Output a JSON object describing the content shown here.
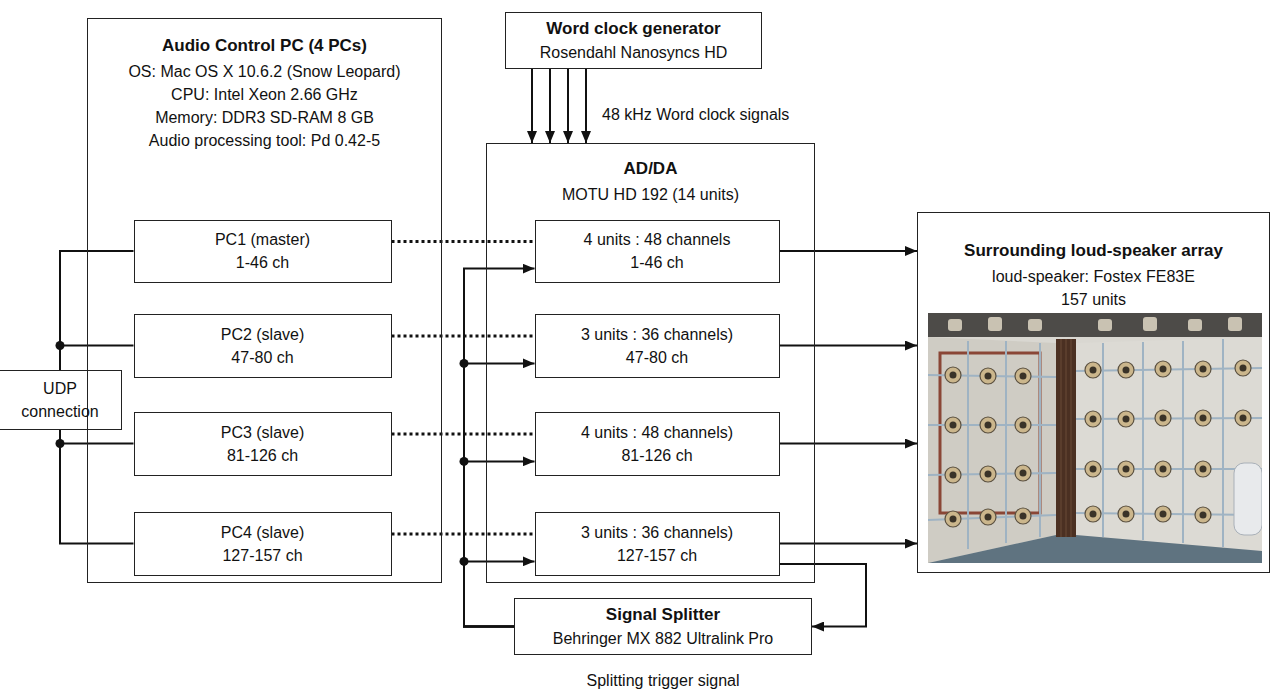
{
  "diagram": {
    "nodes": [
      {
        "text": [
          "Audio Control PC (4 PCs)",
          "OS: Mac OS X 10.6.2 (Snow Leopard)",
          "CPU: Intel Xeon 2.66 GHz",
          "Memory: DDR3 SD-RAM 8 GB",
          "Audio processing tool: Pd 0.42-5"
        ]
      },
      {
        "text": [
          "PC1 (master)",
          "1-46 ch"
        ],
        "in": 0
      },
      {
        "text": [
          "PC2 (slave)",
          "47-80 ch"
        ],
        "in": 0
      },
      {
        "text": [
          "PC3 (slave)",
          "81-126 ch"
        ],
        "in": 0
      },
      {
        "text": [
          "PC4 (slave)",
          "127-157 ch"
        ],
        "in": 0
      },
      {
        "text": [
          "UDP connection"
        ]
      },
      {
        "text": [
          "Word clock generator",
          "Rosendahl Nanosyncs HD"
        ]
      },
      {
        "text": [
          "AD/DA",
          "MOTU HD 192 (14 units)"
        ]
      },
      {
        "text": [
          "4 units : 48 channels",
          "1-46 ch"
        ],
        "in": 7
      },
      {
        "text": [
          "3 units : 36 channels)",
          "47-80 ch"
        ],
        "in": 7
      },
      {
        "text": [
          "4 units : 48 channels)",
          "81-126 ch"
        ],
        "in": 7
      },
      {
        "text": [
          "3 units : 36 channels)",
          "127-157 ch"
        ],
        "in": 7
      },
      {
        "text": [
          "Surrounding loud-speaker array",
          "loud-speaker: Fostex FE83E",
          "157 units"
        ]
      },
      {
        "text": [
          "Signal Splitter",
          "Behringer MX 882 Ultralink Pro"
        ]
      }
    ],
    "edges": [
      {
        "from": 5,
        "to": 1,
        "arrow": "none"
      },
      {
        "from": 5,
        "to": 2,
        "arrow": "none"
      },
      {
        "from": 5,
        "to": 3,
        "arrow": "none"
      },
      {
        "from": 5,
        "to": 4,
        "arrow": "none"
      },
      {
        "from": 1,
        "to": 8,
        "arrow": "none"
      },
      {
        "from": 2,
        "to": 9,
        "arrow": "none"
      },
      {
        "from": 3,
        "to": 10,
        "arrow": "none"
      },
      {
        "from": 4,
        "to": 11,
        "arrow": "none"
      },
      {
        "from": 6,
        "to": 7,
        "label": "48 kHz Word clock signals",
        "arrow": "to"
      },
      {
        "from": 8,
        "to": 12,
        "arrow": "to"
      },
      {
        "from": 9,
        "to": 12,
        "arrow": "to"
      },
      {
        "from": 10,
        "to": 12,
        "arrow": "to"
      },
      {
        "from": 11,
        "to": 12,
        "arrow": "to"
      },
      {
        "from": 11,
        "to": 13,
        "arrow": "to"
      },
      {
        "from": 13,
        "to": 8,
        "arrow": "to"
      },
      {
        "from": 13,
        "to": 9,
        "arrow": "to"
      },
      {
        "from": 13,
        "to": 10,
        "arrow": "to"
      },
      {
        "from": 13,
        "to": 11,
        "arrow": "to"
      }
    ],
    "labels": [
      "Splitting trigger signal"
    ]
  }
}
